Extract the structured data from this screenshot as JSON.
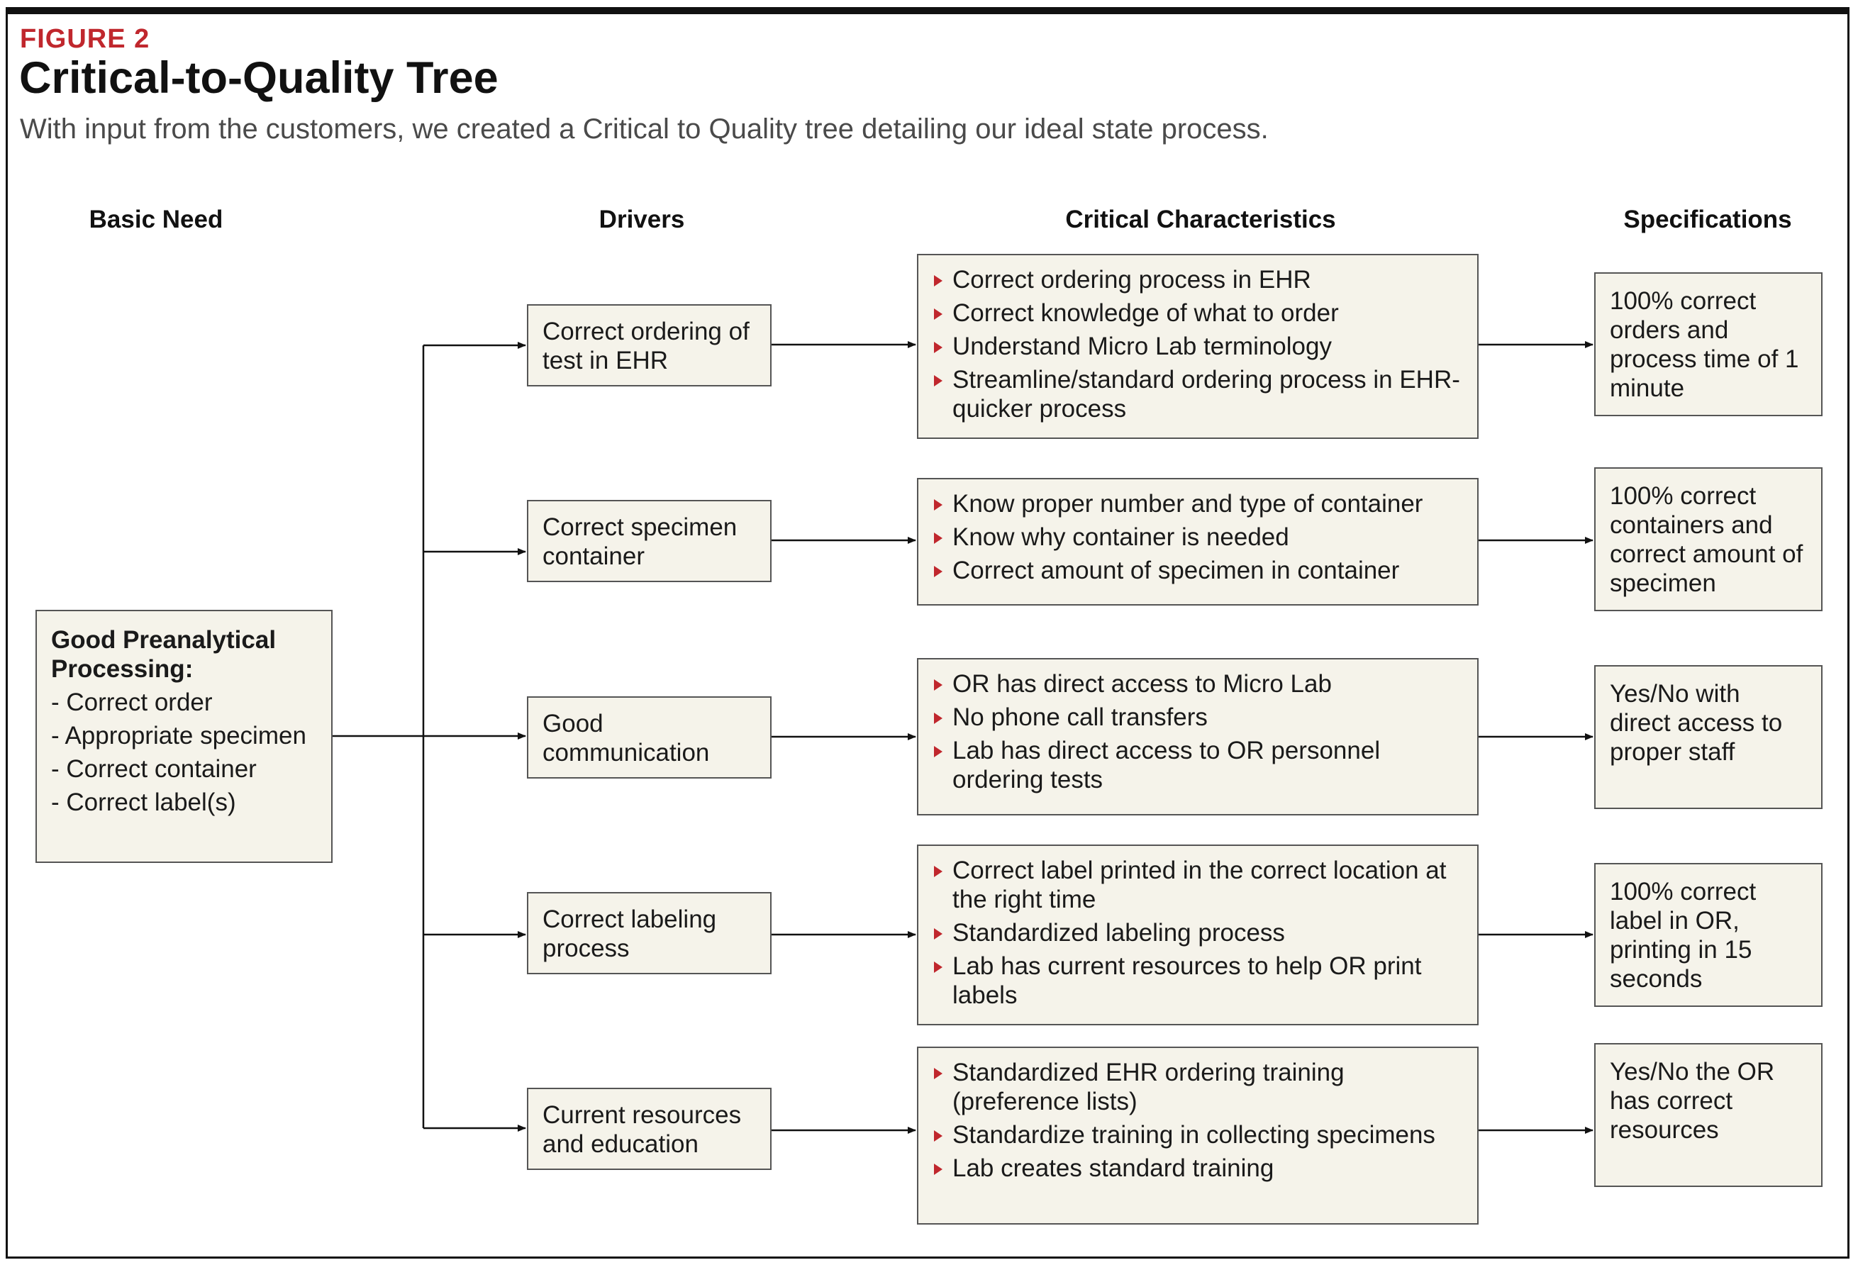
{
  "figure": {
    "label": "FIGURE 2",
    "title": "Critical-to-Quality Tree",
    "subtitle": "With input from the customers, we created a Critical to Quality tree detailing our ideal state process."
  },
  "columns": [
    "Basic Need",
    "Drivers",
    "Critical Characteristics",
    "Specifications"
  ],
  "basic_need": {
    "heading": "Good Preanalytical Processing:",
    "items": [
      "- Correct order",
      "- Appropriate specimen",
      "- Correct container",
      "- Correct label(s)"
    ]
  },
  "rows": [
    {
      "driver": "Correct ordering of test in EHR",
      "characteristics": [
        "Correct ordering process in EHR",
        "Correct knowledge of what to order",
        "Understand Micro Lab terminology",
        "Streamline/standard ordering process in EHR-quicker process"
      ],
      "specification": "100% correct orders and process time of 1 minute"
    },
    {
      "driver": "Correct specimen container",
      "characteristics": [
        "Know proper number and type of container",
        "Know why container is needed",
        "Correct amount of specimen in container"
      ],
      "specification": "100% correct containers and correct amount of specimen"
    },
    {
      "driver": "Good communication",
      "characteristics": [
        "OR has direct access to Micro Lab",
        "No phone call transfers",
        "Lab has direct access to OR personnel ordering tests"
      ],
      "specification": "Yes/No with direct access to proper staff"
    },
    {
      "driver": "Correct labeling process",
      "characteristics": [
        "Correct label printed in the correct location at the right time",
        "Standardized labeling process",
        "Lab has current resources to help OR print labels"
      ],
      "specification": "100% correct label in OR, printing in 15 seconds"
    },
    {
      "driver": "Current resources and education",
      "characteristics": [
        "Standardized EHR ordering training (preference lists)",
        "Standardize training in collecting specimens",
        "Lab creates standard training"
      ],
      "specification": "Yes/No the OR has correct resources"
    }
  ],
  "colors": {
    "accent": "#c0272d",
    "box_fill": "#f5f3ea",
    "border": "#555555"
  }
}
